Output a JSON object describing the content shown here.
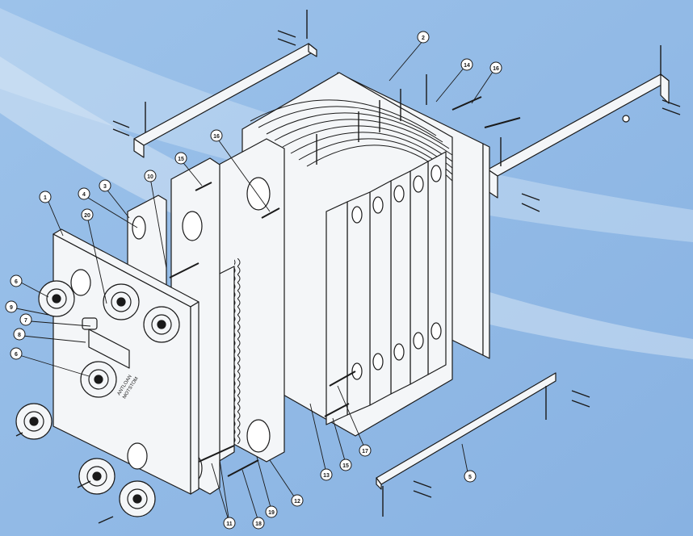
{
  "colors": {
    "background": "#8fb8e6",
    "background_light": "#cfe0f3",
    "line": "#1a1a1a",
    "part_fill": "#f4f6f8"
  },
  "callouts": [
    {
      "n": "1"
    },
    {
      "n": "2"
    },
    {
      "n": "3"
    },
    {
      "n": "4"
    },
    {
      "n": "5"
    },
    {
      "n": "6"
    },
    {
      "n": "6"
    },
    {
      "n": "7"
    },
    {
      "n": "8"
    },
    {
      "n": "9"
    },
    {
      "n": "10"
    },
    {
      "n": "11"
    },
    {
      "n": "12"
    },
    {
      "n": "13"
    },
    {
      "n": "14"
    },
    {
      "n": "15"
    },
    {
      "n": "15"
    },
    {
      "n": "16"
    },
    {
      "n": "16"
    },
    {
      "n": "17"
    },
    {
      "n": "18"
    },
    {
      "n": "19"
    },
    {
      "n": "20"
    }
  ],
  "panel_labels": {
    "line1": "ANTLOAN",
    "line2": "MOTSTOM"
  }
}
